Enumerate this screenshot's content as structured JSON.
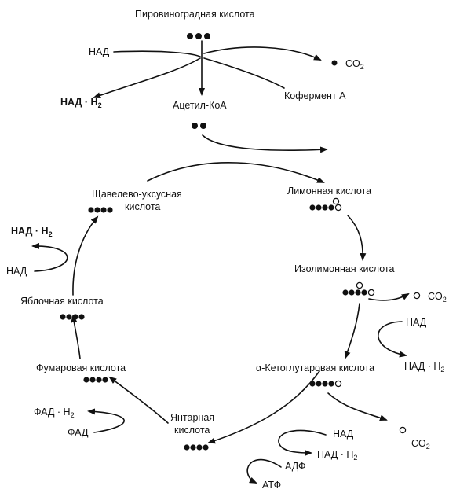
{
  "pyruvate": {
    "label": "Пировиноградная кислота",
    "nad": "НАД",
    "nadh": "НАД · Н",
    "co2": "CO",
    "acetyl": "Ацетил-КоА",
    "coa": "Кофермент А"
  },
  "cycle": {
    "citrate": "Лимонная кислота",
    "isocitrate": "Изолимонная кислота",
    "iso_nad": "НАД",
    "iso_nadh": "НАД · Н",
    "iso_co2": "CO",
    "akg": "α-Кетоглутаровая кислота",
    "akg_nad": "НАД",
    "akg_nadh": "НАД · Н",
    "akg_co2": "CO",
    "adp": "АДФ",
    "atp": "АТФ",
    "succinate_1": "Янтарная",
    "succinate_2": "кислота",
    "fad": "ФАД",
    "fadh": "ФАД · Н",
    "fumarate": "Фумаровая кислота",
    "malate": "Яблочная кислота",
    "mal_nad": "НАД",
    "mal_nadh": "НАД · Н",
    "oxaloacetate_1": "Щавелево-уксусная",
    "oxaloacetate_2": "кислота"
  },
  "subscript_2": "2",
  "colors": {
    "ink": "#111111",
    "background": "#ffffff"
  }
}
